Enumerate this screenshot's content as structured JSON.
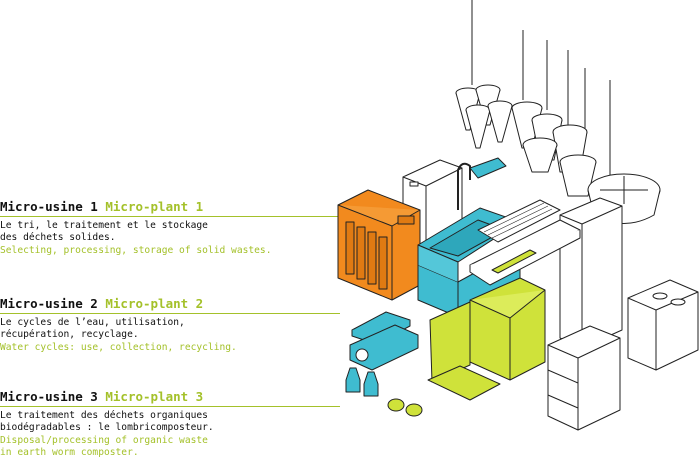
{
  "sections": [
    {
      "title_fr": "Micro-usine 1",
      "title_en": "Micro-plant 1",
      "desc_fr": "Le tri, le traitement et le stockage\ndes déchets solides.",
      "desc_en": "Selecting, processing, storage of solid wastes."
    },
    {
      "title_fr": "Micro-usine 2",
      "title_en": "Micro-plant 2",
      "desc_fr": "Le cycles de l’eau, utilisation,\nrécupération, recyclage.",
      "desc_en": "Water cycles: use, collection, recycling."
    },
    {
      "title_fr": "Micro-usine 3",
      "title_en": "Micro-plant 3",
      "desc_fr": "Le traitement des déchets organiques\nbiodégradables : le lombricomposteur.",
      "desc_en": "Disposal/processing of organic waste\nin earth worm composter."
    }
  ],
  "colors": {
    "accent_green": "#a4c12a",
    "plant1_orange": "#f28a1e",
    "plant2_cyan": "#3fbcd0",
    "plant3_lime": "#cfe23a",
    "line": "#222222"
  }
}
